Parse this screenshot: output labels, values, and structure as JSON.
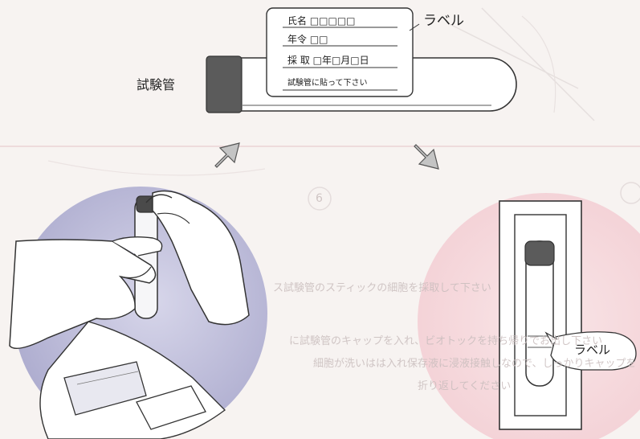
{
  "labels": {
    "test_tube": "試験管",
    "label_top": "ラベル",
    "label_bubble": "ラベル"
  },
  "card": {
    "name_row": "氏名 □□□□□",
    "age_row": "年令  □□",
    "date_row": "採 取 □年□月□日",
    "note_row": "試験管に貼って下さい"
  },
  "background_text": {
    "line1": "ス試験管のスティックの細胞を採取して下さい",
    "line2": "に試験管のキャップを入れ、ビオトックを持ち帰りでお出し下さい",
    "line3": "細胞が洗いはは入れ保存液に浸液接触しなので、しっかりキャップを",
    "line4": "折り返してください",
    "circle_num": "6"
  },
  "colors": {
    "pink": "#f6dcdf",
    "lavender": "#b9b9d6",
    "cap": "#5b5b5b",
    "arrow": "#bdbdbd"
  }
}
